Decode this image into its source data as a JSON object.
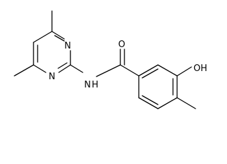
{
  "molecule": {
    "atom_labels": {
      "N_ring_top": "N",
      "N_ring_bottom": "N",
      "N_amide": "N",
      "H_amide": "H",
      "O_carbonyl": "O",
      "OH_hydroxyl": "OH"
    },
    "colors": {
      "bond": "#000000",
      "label": "#000000",
      "background": "#ffffff"
    }
  }
}
